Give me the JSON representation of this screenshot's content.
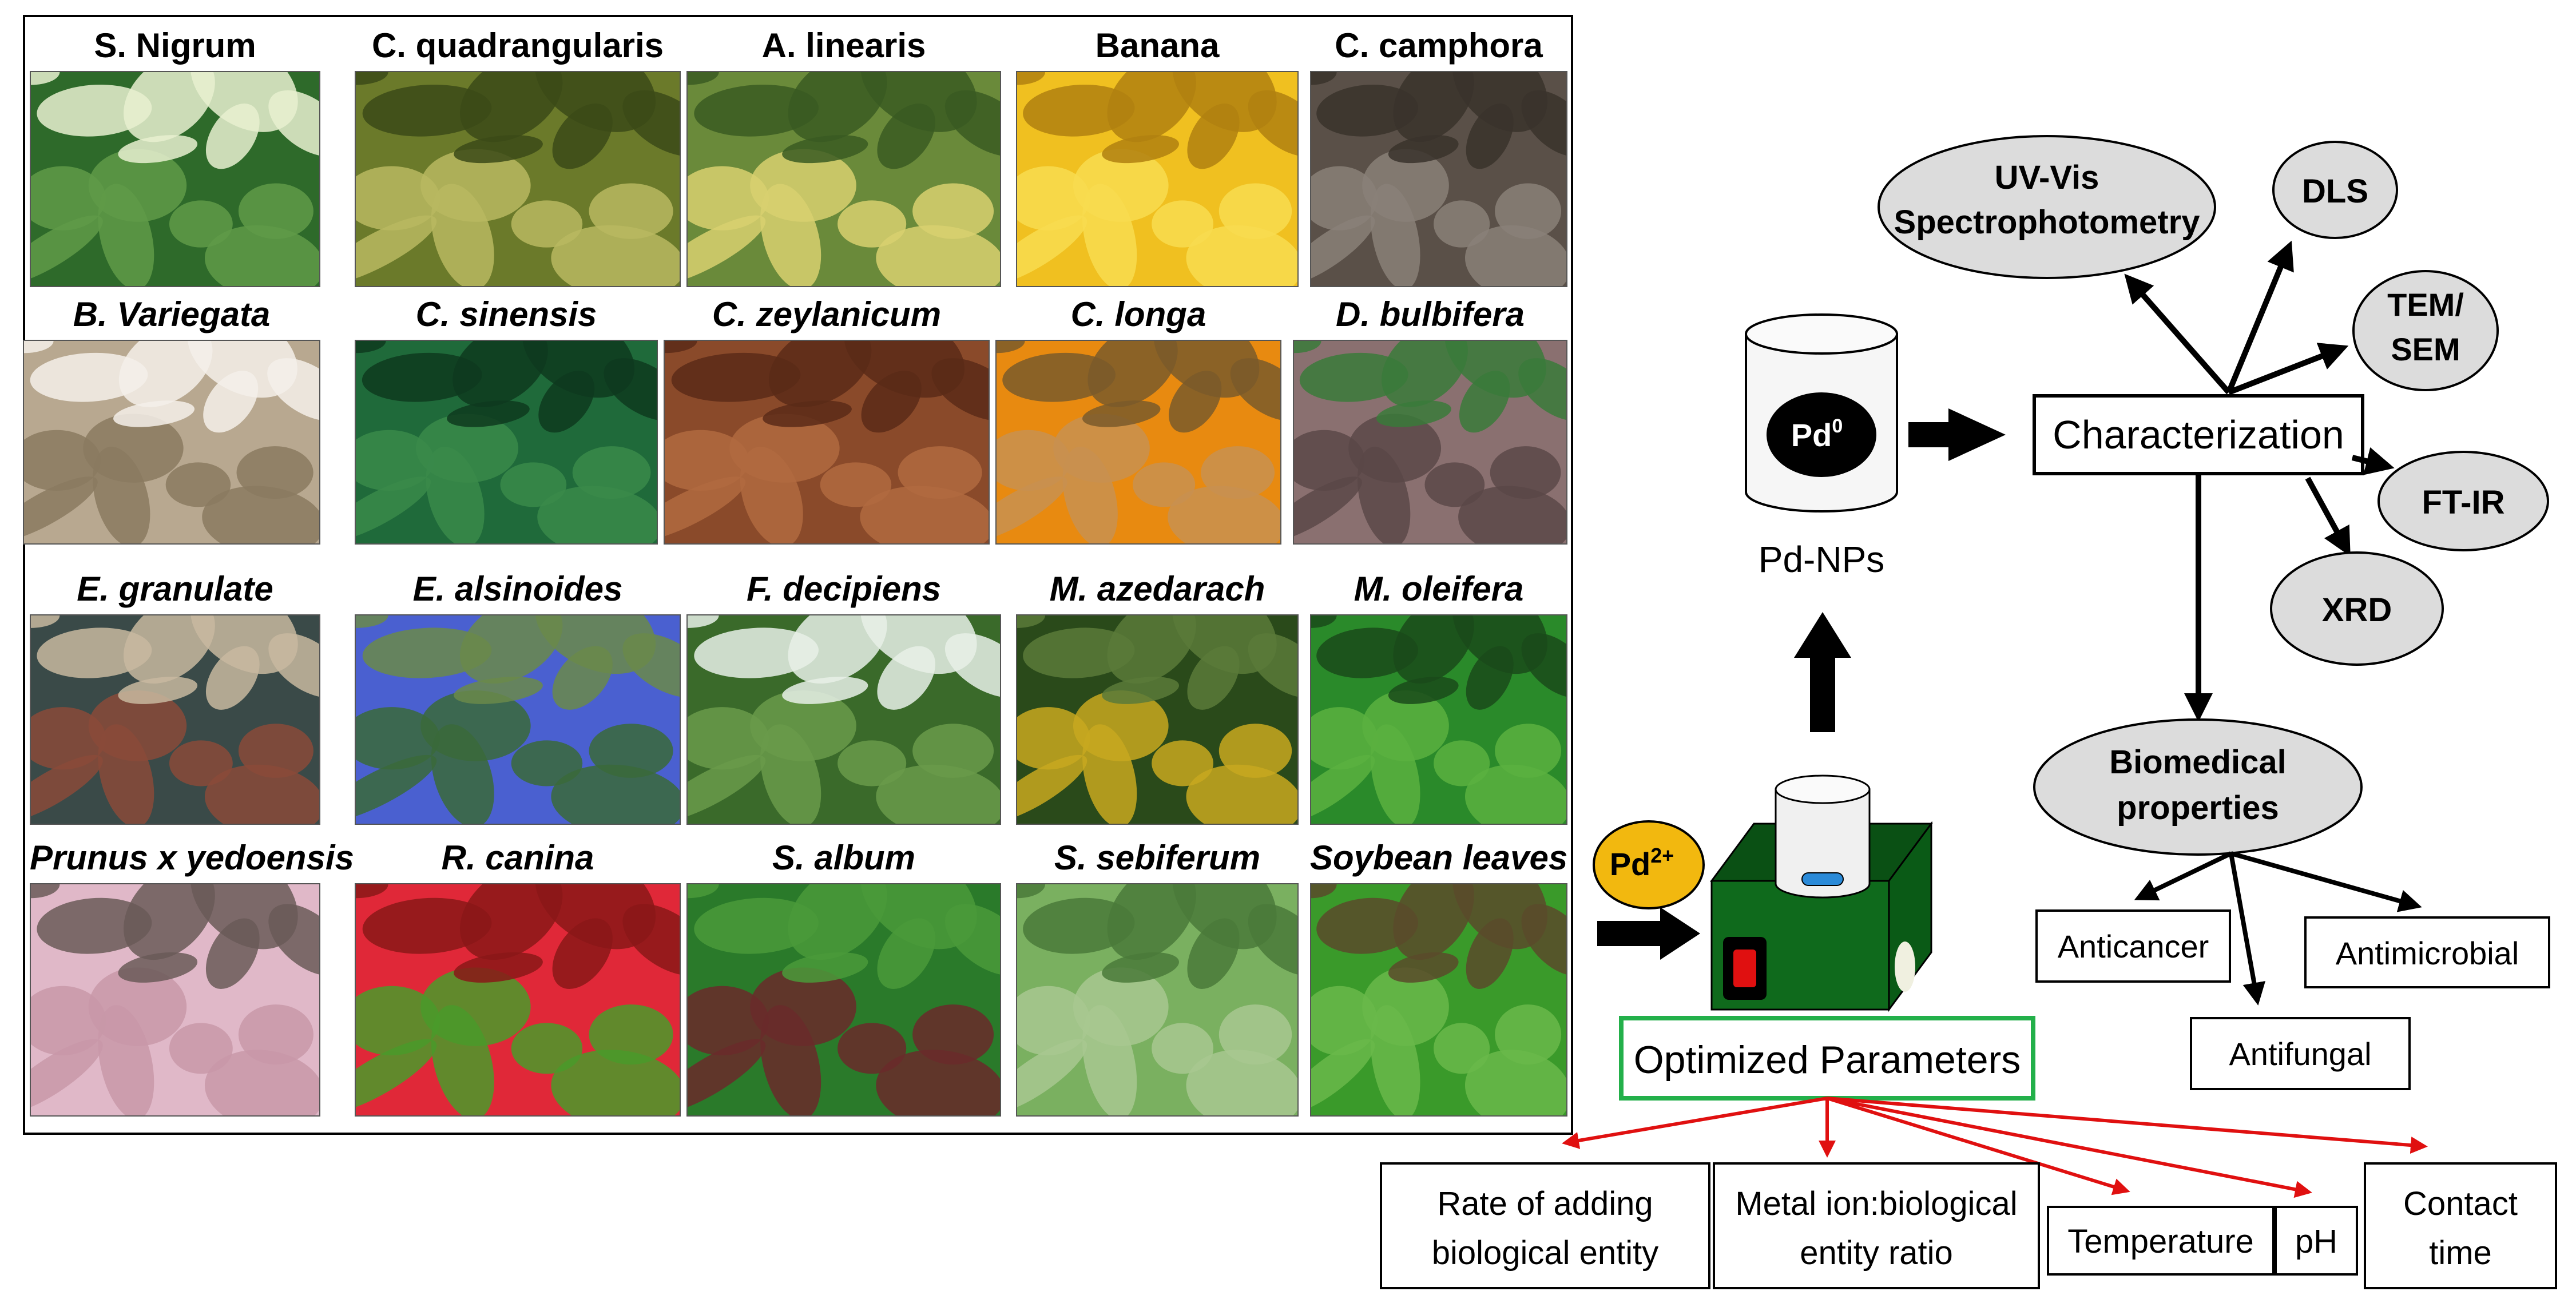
{
  "plants": [
    {
      "name": "S. Nigrum",
      "style": "normal",
      "colors": [
        "#2e6a2a",
        "#5f9a48",
        "#e8f0d0"
      ]
    },
    {
      "name": "C. quadrangularis",
      "style": "mixed",
      "colors": [
        "#6b7a2a",
        "#b8b860",
        "#3b4a18"
      ]
    },
    {
      "name": "A. linearis",
      "style": "mixed",
      "colors": [
        "#6a8a3a",
        "#d8d070",
        "#3a5a22"
      ]
    },
    {
      "name": "Banana",
      "style": "normal",
      "colors": [
        "#f0c020",
        "#f8dc50",
        "#b08010"
      ]
    },
    {
      "name": "C. camphora",
      "style": "normal",
      "colors": [
        "#5a5048",
        "#8a8078",
        "#3a322c"
      ]
    },
    {
      "name": "B. Variegata",
      "style": "italic",
      "colors": [
        "#b8a890",
        "#8a7a60",
        "#f4f0ea"
      ]
    },
    {
      "name": "C. sinensis",
      "style": "italic",
      "colors": [
        "#1f6a3a",
        "#3a8a4a",
        "#0e3a1e"
      ]
    },
    {
      "name": "C. zeylanicum",
      "style": "italic",
      "colors": [
        "#8a4a2a",
        "#b06a40",
        "#5a2a18"
      ]
    },
    {
      "name": "C. longa",
      "style": "italic",
      "colors": [
        "#e88a10",
        "#c89050",
        "#7a5a2a"
      ]
    },
    {
      "name": "D. bulbifera",
      "style": "italic",
      "colors": [
        "#8a7070",
        "#5a4848",
        "#3a7a3a"
      ]
    },
    {
      "name": "E. granulate",
      "style": "italic",
      "colors": [
        "#3a4a48",
        "#8a4a3a",
        "#c8b8a0"
      ]
    },
    {
      "name": "E. alsinoides",
      "style": "italic",
      "colors": [
        "#4a60d0",
        "#3a6a3a",
        "#6a8a4a"
      ]
    },
    {
      "name": "F. decipiens",
      "style": "italic",
      "colors": [
        "#3a6a2a",
        "#6a9a4a",
        "#e8f0e8"
      ]
    },
    {
      "name": "M. azedarach",
      "style": "italic",
      "colors": [
        "#2a4a1a",
        "#c8a820",
        "#5a7a3a"
      ]
    },
    {
      "name": "M. oleifera",
      "style": "italic",
      "colors": [
        "#2a8a2a",
        "#5ab040",
        "#1a4a1a"
      ]
    },
    {
      "name": "Prunus x yedoensis",
      "style": "italic",
      "colors": [
        "#e0b8c8",
        "#c898a8",
        "#6a5a58"
      ]
    },
    {
      "name": "R. canina",
      "style": "italic",
      "colors": [
        "#e02838",
        "#4a9a2a",
        "#8a1818"
      ]
    },
    {
      "name": "S. album",
      "style": "italic",
      "colors": [
        "#2a7a2a",
        "#6a2a2a",
        "#4a9a3a"
      ]
    },
    {
      "name": "S. sebiferum",
      "style": "italic",
      "colors": [
        "#7ab060",
        "#a8c890",
        "#4a7a3a"
      ]
    },
    {
      "name": "Soybean leaves",
      "style": "italic",
      "colors": [
        "#3a9a2a",
        "#6ab84a",
        "#5a4a2a"
      ]
    }
  ],
  "flow": {
    "pd_ion": "Pd",
    "pd_ion_sup": "2+",
    "pd0": "Pd",
    "pd0_sup": "0",
    "pd_nps": "Pd-NPs",
    "characterization": "Characterization",
    "uv_vis_line1": "UV-Vis",
    "uv_vis_line2": "Spectrophotometry",
    "dls": "DLS",
    "tem_line1": "TEM/",
    "tem_line2": "SEM",
    "ftir": "FT-IR",
    "xrd": "XRD",
    "biomedical_line1": "Biomedical",
    "biomedical_line2": "properties",
    "anticancer": "Anticancer",
    "antimicrobial": "Antimicrobial",
    "antifungal": "Antifungal",
    "optimized": "Optimized Parameters",
    "param_rate_line1": "Rate of adding",
    "param_rate_line2": "biological entity",
    "param_ratio_line1": "Metal ion:biological",
    "param_ratio_line2": "entity ratio",
    "param_temp": "Temperature",
    "param_ph": "pH",
    "param_contact_line1": "Contact",
    "param_contact_line2": "time"
  },
  "colors": {
    "ellipse_fill": "#dcdcdc",
    "pd_ion_fill": "#f2b80f",
    "stirrer_green": "#0f6a1c",
    "optimized_border": "#23b04a",
    "red_arrow": "#e01010"
  }
}
